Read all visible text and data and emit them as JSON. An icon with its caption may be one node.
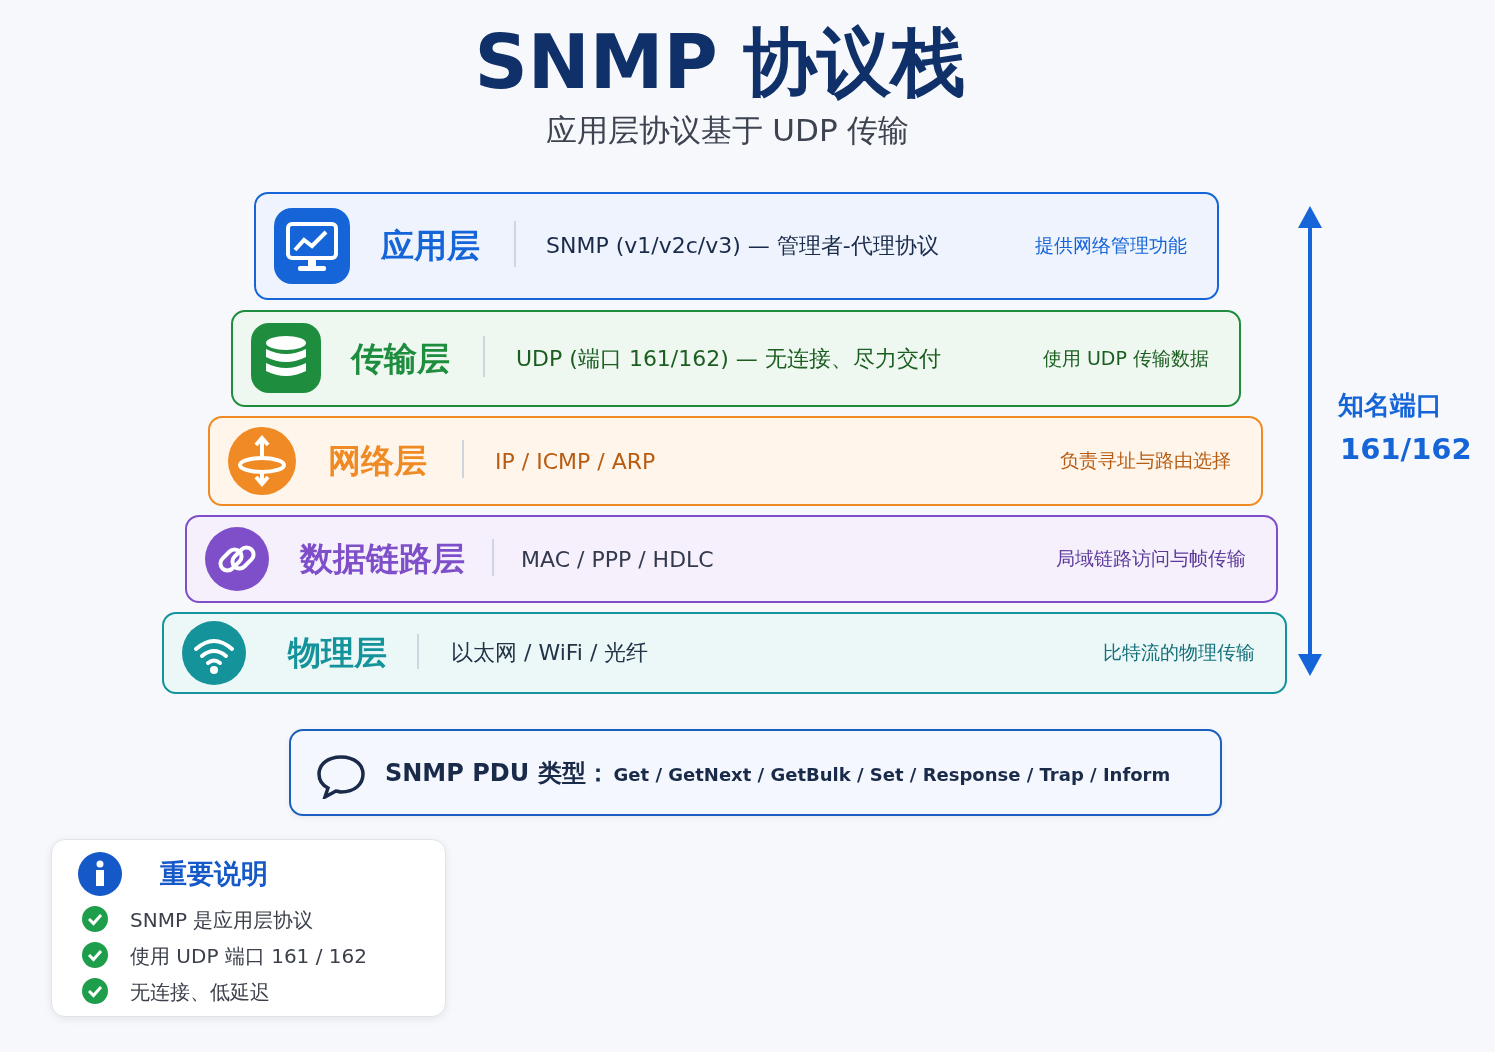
{
  "diagram": {
    "title": "SNMP 协议栈",
    "nodes": [
      {
        "text": [
          "应用层",
          "SNMP (v1/v2c/v3) — 管理者-代理协议",
          "提供网络管理功能"
        ]
      },
      {
        "text": [
          "传输层",
          "UDP (端口 161/162) — 无连接、尽力交付",
          "使用 UDP 传输数据"
        ]
      },
      {
        "text": [
          "网络层",
          "IP / ICMP / ARP",
          "负责寻址与路由选择"
        ]
      },
      {
        "text": [
          "数据链路层",
          "MAC / PPP / HDLC",
          "局域链路访问与帧传输"
        ]
      },
      {
        "text": [
          "物理层",
          "以太网 / WiFi / 光纤",
          "比特流的物理传输"
        ]
      },
      {
        "text": [
          "SNMP PDU 类型：",
          "Get / GetNext / GetBulk / Set / Response / Trap / Inform"
        ]
      },
      {
        "text": [
          "重要说明",
          "SNMP 是应用层协议",
          "使用 UDP 端口 161 / 162",
          "无连接、低延迟"
        ]
      }
    ],
    "edges": [],
    "labels": [
      "应用层协议基于 UDP 传输",
      "知名端口",
      "161/162"
    ]
  }
}
